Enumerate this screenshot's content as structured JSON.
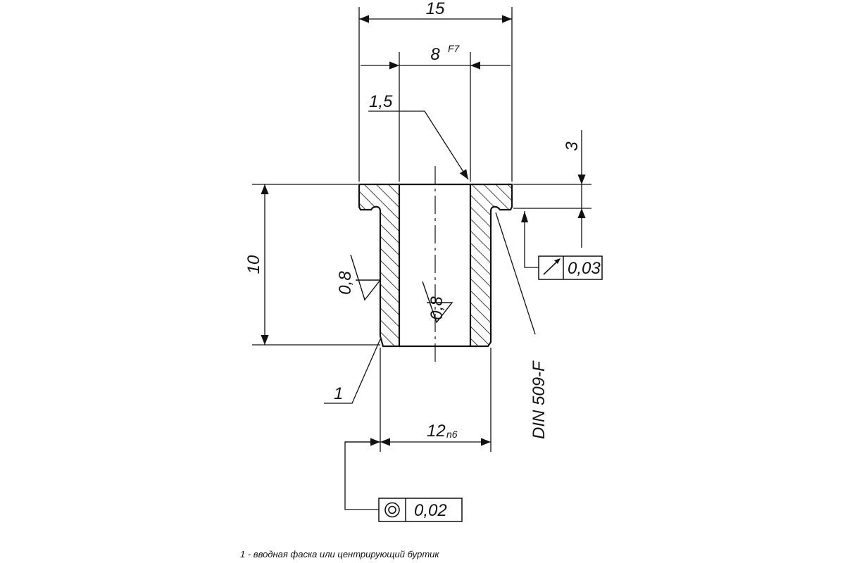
{
  "dimensions": {
    "overall_width": "15",
    "bore": "8",
    "bore_tolerance": "F7",
    "chamfer": "1,5",
    "collar_height": "3",
    "height": "10",
    "outer_diameter": "12",
    "outer_tolerance": "n6"
  },
  "tolerances": {
    "runout_value": "0,03",
    "runout_symbol": "runout-arrow-icon",
    "concentricity_value": "0,02",
    "concentricity_symbol": "concentricity-circle-icon"
  },
  "surface_finish": {
    "outer": "0,8",
    "inner": "0,8"
  },
  "labels": {
    "item_number": "1",
    "undercut_standard": "DIN 509-F"
  },
  "footnote": "1 - вводная фаска или центрирующий буртик",
  "colors": {
    "line": "#111111",
    "background": "#ffffff"
  }
}
